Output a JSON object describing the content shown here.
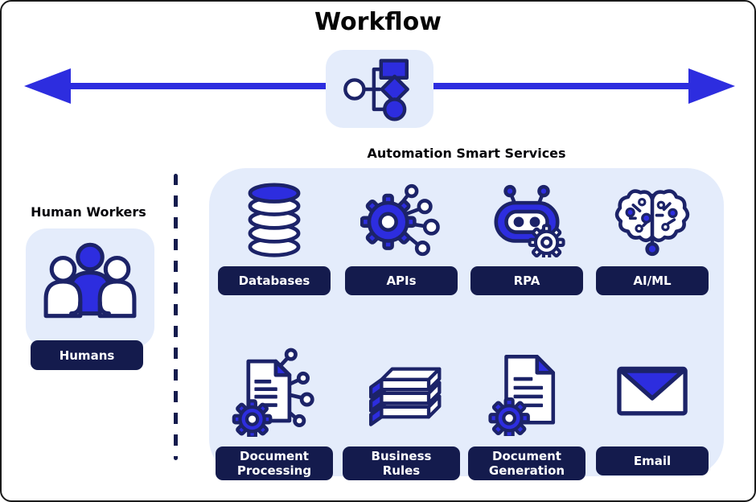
{
  "title": "Workflow",
  "colors": {
    "accent_blue": "#2d2ddf",
    "navy": "#141b4d",
    "panel_bg": "#e4ecfb",
    "icon_outline": "#1c2368"
  },
  "workflow_node": {
    "icon": "flowchart-icon"
  },
  "human_workers": {
    "heading": "Human Workers",
    "button_label": "Humans",
    "icon": "humans-icon"
  },
  "services": {
    "heading": "Automation Smart Services",
    "items": [
      {
        "label": "Databases",
        "icon": "database-icon"
      },
      {
        "label": "APIs",
        "icon": "api-gear-nodes-icon"
      },
      {
        "label": "RPA",
        "icon": "robot-icon"
      },
      {
        "label": "AI/ML",
        "icon": "brain-circuit-icon"
      },
      {
        "label": "Document Processing",
        "icon": "document-gear-nodes-icon"
      },
      {
        "label": "Business Rules",
        "icon": "books-stack-icon"
      },
      {
        "label": "Document Generation",
        "icon": "document-gear-icon"
      },
      {
        "label": "Email",
        "icon": "envelope-icon"
      }
    ]
  }
}
